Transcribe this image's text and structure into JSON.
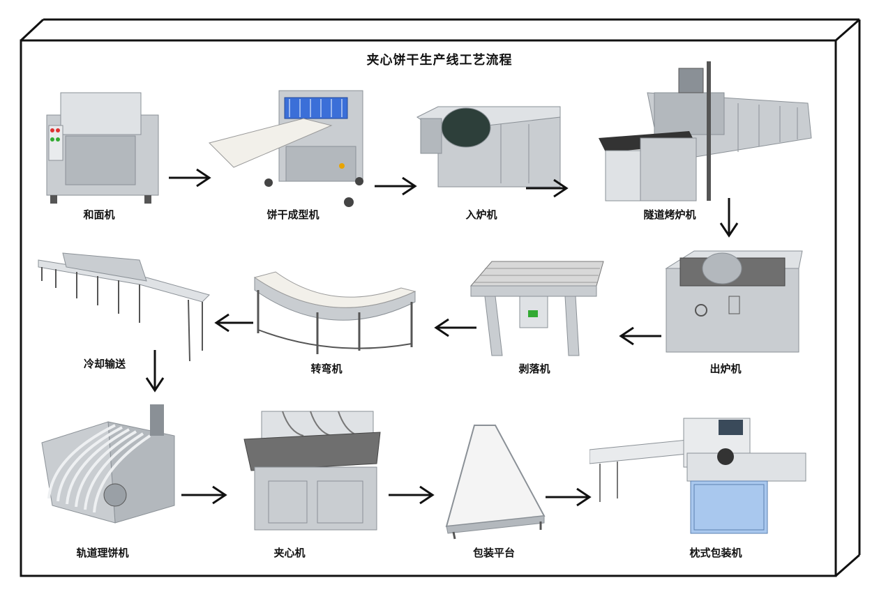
{
  "title": "夹心饼干生产线工艺流程",
  "steps": [
    {
      "label": "和面机"
    },
    {
      "label": "饼干成型机"
    },
    {
      "label": "入炉机"
    },
    {
      "label": "隧道烤炉机"
    },
    {
      "label": "出炉机"
    },
    {
      "label": "剥落机"
    },
    {
      "label": "转弯机"
    },
    {
      "label": "冷却输送"
    },
    {
      "label": "轨道理饼机"
    },
    {
      "label": "夹心机"
    },
    {
      "label": "包装平台"
    },
    {
      "label": "枕式包装机"
    }
  ],
  "colors": {
    "steel": "#c9cdd1",
    "steel_dark": "#8a9096",
    "belt": "#f2f0ea",
    "accent_blue": "#3b6fd8",
    "panel_blue": "#a9c8ee",
    "line": "#111111"
  }
}
